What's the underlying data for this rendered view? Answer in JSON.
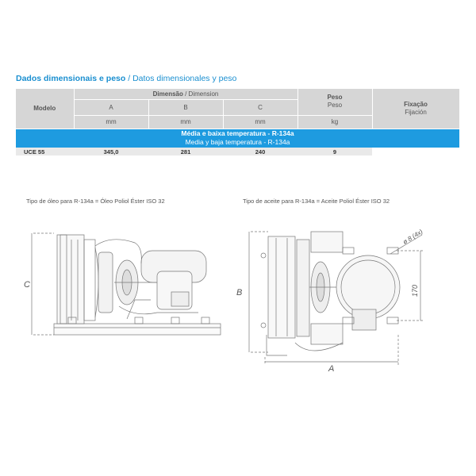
{
  "title": {
    "bold": "Dados dimensionais e peso",
    "sep": " / ",
    "normal": "Datos dimensionales y peso"
  },
  "table": {
    "modelo": "Modelo",
    "dimensao_bold": "Dimensão",
    "dimensao_normal": " / Dimension",
    "peso_pt": "Peso",
    "peso_es": "Peso",
    "fixacao_pt": "Fixação",
    "fixacao_es": "Fijación",
    "cols": [
      "A",
      "B",
      "C"
    ],
    "units": [
      "mm",
      "mm",
      "mm",
      "kg"
    ],
    "band_pt": "Média e baixa temperatura - R-134a",
    "band_es": "Media y baja temperatura - R-134a",
    "row": {
      "model": "UCE 55",
      "a": "345,0",
      "b": "281",
      "c": "240",
      "peso": "9",
      "fix": ""
    }
  },
  "captions": {
    "left": "Tipo de óleo para R-134a = Óleo Poliol Éster ISO 32",
    "right": "Tipo de aceite para R-134a = Aceite Poliol Éster ISO 32"
  },
  "drawing_left": {
    "dim_c": "C"
  },
  "drawing_right": {
    "dim_a": "A",
    "dim_b": "B",
    "dim_170": "170",
    "hole": "ø 8 (4x)"
  }
}
